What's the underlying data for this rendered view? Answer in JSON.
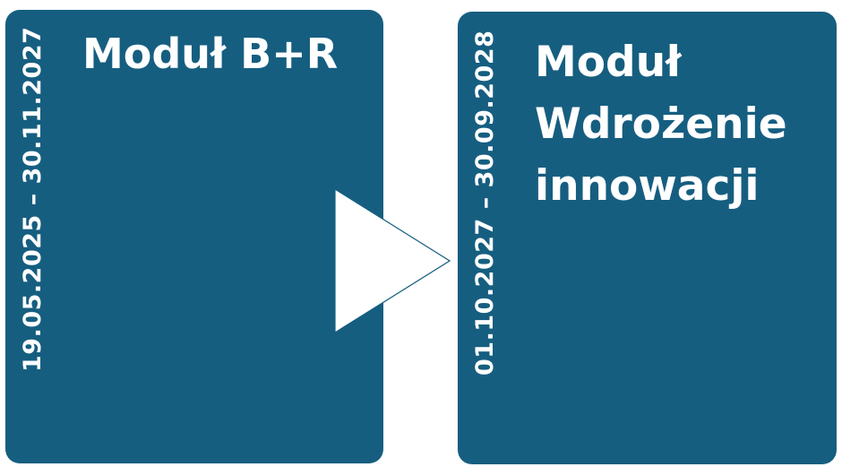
{
  "modules": [
    {
      "title_lines": [
        "Moduł B+R"
      ],
      "dates": "19.05.2025 – 30.11.2027"
    },
    {
      "title_lines": [
        "Moduł",
        "Wdrożenie",
        "innowacji"
      ],
      "dates": "01.10.2027 – 30.09.2028"
    }
  ],
  "colors": {
    "card_fill": "#165e80",
    "text": "#ffffff",
    "arrow_fill": "#ffffff",
    "arrow_stroke": "#165e80"
  },
  "icons": {
    "connector": "play-triangle-arrow-icon"
  }
}
